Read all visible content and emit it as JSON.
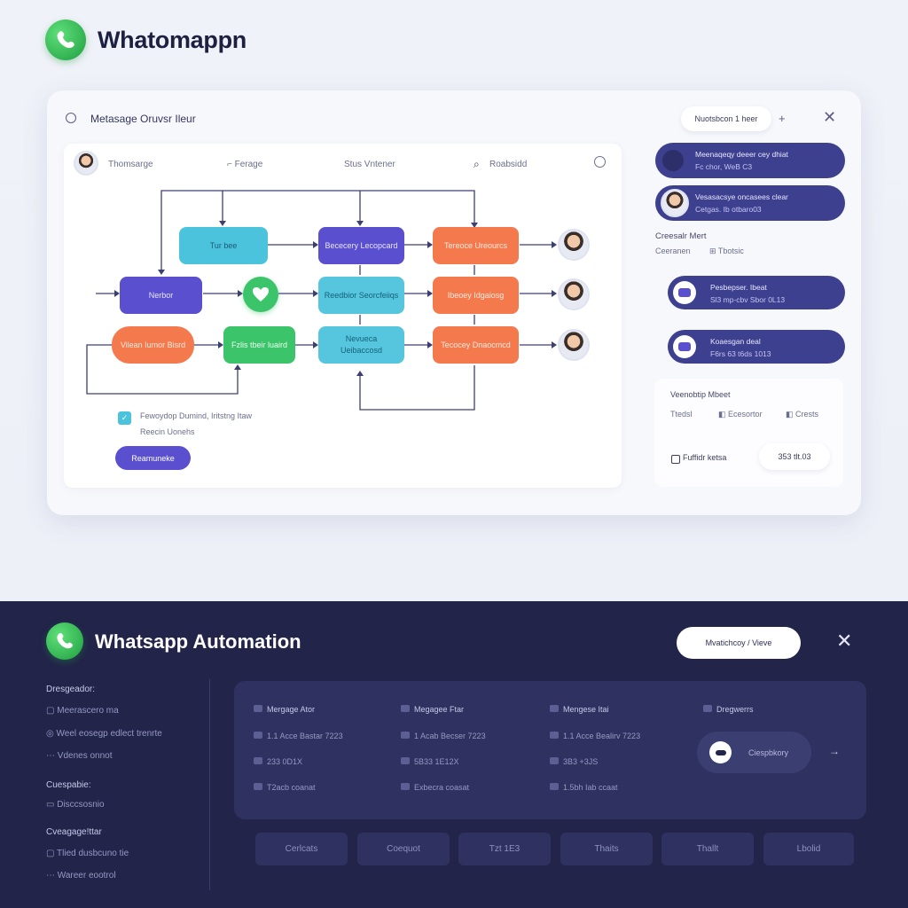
{
  "top": {
    "app_title": "Whatomappn",
    "card_title": "Metasage Oruvsr Ileur",
    "card_button": "Nuotsbcon 1 heer",
    "canvas_header": [
      "Thomsarge",
      "Ferage",
      "Stus Vntener",
      "Roabsidd"
    ],
    "nodes": {
      "teal_1": "Tur bee",
      "purple_top": "Bececery Lecopcard",
      "orange_top": "Tereoce Ureourcs",
      "purple_left": "Nerbor",
      "teal_mid": "Reedbior Seorcfeiiqs",
      "orange_mid": "Ibeoey Idgaiosg",
      "orange_left": "Vilean Iumor Bisrd",
      "green_mid": "Fzlis tbeir luaird",
      "teal_bottom": "Nevueca Ueibaccosd",
      "orange_bottom": "Tecocey Dnaocmcd"
    },
    "legend_line1": "Fewoydop Dumind, Iritstng Itaw",
    "legend_line2": "Reecin Uonehs",
    "canvas_button": "Reamuneke",
    "right_pills": [
      {
        "line1": "Meenaqeqy deeer cey dhiat",
        "line2": "Fc chor, WeB C3"
      },
      {
        "line1": "Vesasacsye oncasees clear",
        "line2": "Cetgas. Ib otbaro03"
      }
    ],
    "section_title": "Creesalr Mert",
    "section_row": [
      "Ceeranen",
      "Tbotsic"
    ],
    "action_pills": [
      {
        "line1": "Pesbepser. Ibeat",
        "line2": "Sl3 mp-cbv Sbor 0L13"
      },
      {
        "line1": "Koaesgan deal",
        "line2": "F6rs 63 t6ds 1013"
      }
    ],
    "summary_title": "Veenobtip Mbeet",
    "summary_cols": [
      "Ttedsl",
      "Ecesortor",
      "Crests"
    ],
    "summary_label": "Fuffidr ketsa",
    "summary_value": "353 tlt.03"
  },
  "bottom": {
    "app_title": "Whatsapp Automation",
    "header_button": "Mvatichcoy / Vieve",
    "sidebar": [
      {
        "heading": "Dresgeador:",
        "items": [
          "Meerascero ma",
          "Weel eosegp edlect trenrte",
          "Vdenes onnot"
        ]
      },
      {
        "heading": "Cuespabie:",
        "items": [
          "Disccsosnio"
        ]
      },
      {
        "heading": "Cveagage!ttar",
        "items": [
          "Tlied dusbcuno tie",
          "Wareer eootrol"
        ]
      }
    ],
    "columns": [
      {
        "head": "Mergage Ator",
        "rows": [
          "1.1 Acce Bastar 7223",
          "233 0D1X",
          "T2acb coanat"
        ]
      },
      {
        "head": "Megagee Ftar",
        "rows": [
          "1 Acab Becser 7223",
          "5B33 1E12X",
          "Exbecra coasat"
        ]
      },
      {
        "head": "Mengese Itai",
        "rows": [
          "1.1 Acce Bealirv 7223",
          "3B3 +3JS",
          "1.5bh Iab ccaat"
        ]
      }
    ],
    "right_col_head": "Dregwerrs",
    "right_card_label": "Ciespbkory",
    "tabs": [
      "Cerlcats",
      "Coequot",
      "Tzt 1E3",
      "Thaits",
      "Thallt",
      "Lbolid"
    ]
  },
  "colors": {
    "accent_purple": "#5a4fcf",
    "accent_teal": "#4cc3dc",
    "accent_orange": "#f47a4d",
    "accent_green": "#3cc46a",
    "dark_bg": "#222449"
  }
}
